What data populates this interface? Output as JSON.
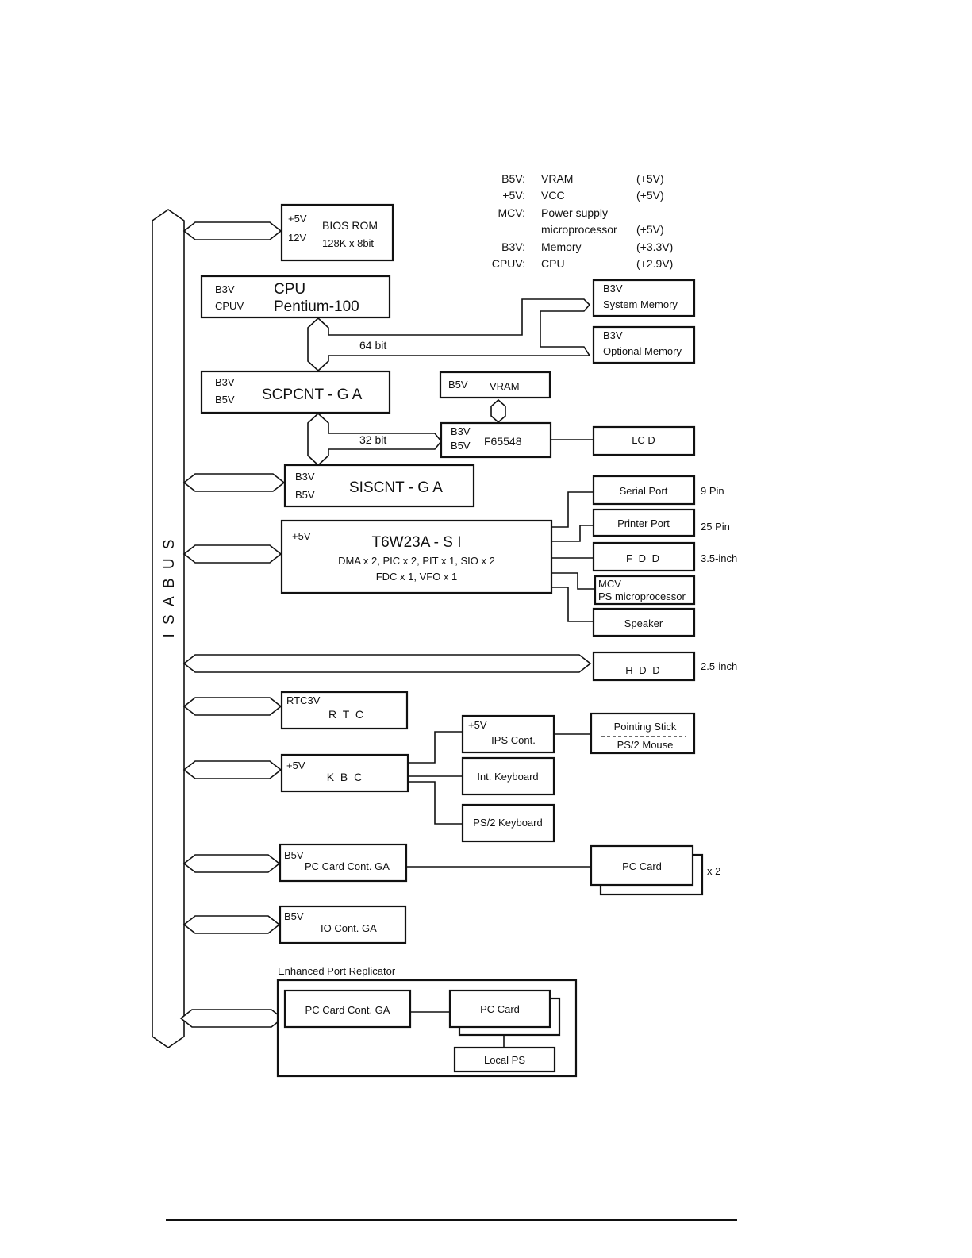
{
  "legend": [
    {
      "key": "B5V:",
      "name": "VRAM",
      "voltage": "(+5V)"
    },
    {
      "key": "+5V:",
      "name": "VCC",
      "voltage": "(+5V)"
    },
    {
      "key": "MCV:",
      "name": "Power supply",
      "name2": "microprocessor",
      "voltage": "(+5V)"
    },
    {
      "key": "B3V:",
      "name": "Memory",
      "voltage": "(+3.3V)"
    },
    {
      "key": "CPUV:",
      "name": "CPU",
      "voltage": "(+2.9V)"
    }
  ],
  "isa_bus": {
    "label": "I S A   B U S"
  },
  "bios": {
    "v1": "+5V",
    "v2": "12V",
    "name": "BIOS ROM",
    "spec": "128K x 8bit"
  },
  "cpu": {
    "v1": "B3V",
    "v2": "CPUV",
    "name": "CPU",
    "model": "Pentium-100"
  },
  "sysmem": {
    "v": "B3V",
    "name": "System Memory"
  },
  "optmem": {
    "v": "B3V",
    "name": "Optional Memory"
  },
  "bus64": "64 bit",
  "scpcnt": {
    "v1": "B3V",
    "v2": "B5V",
    "name": "SCPCNT - G A"
  },
  "vram": {
    "v": "B5V",
    "name": "VRAM"
  },
  "f65548": {
    "v1": "B3V",
    "v2": "B5V",
    "name": "F65548"
  },
  "lcd": {
    "name": "LC D"
  },
  "bus32": "32 bit",
  "siscnt": {
    "v1": "B3V",
    "v2": "B5V",
    "name": "SISCNT - G A"
  },
  "t6w23a": {
    "v": "+5V",
    "name": "T6W23A - S I",
    "line1": "DMA x 2, PIC x 2, PIT x 1, SIO x 2",
    "line2": "FDC x 1, VFO x 1"
  },
  "serial": {
    "name": "Serial Port",
    "note": "9 Pin"
  },
  "printer": {
    "name": "Printer Port",
    "note": "25 Pin"
  },
  "fdd": {
    "name": "F D D",
    "note": "3.5-inch"
  },
  "mcv": {
    "v": "MCV",
    "name": "PS microprocessor"
  },
  "speaker": {
    "name": "Speaker"
  },
  "hdd": {
    "name": "H D D",
    "note": "2.5-inch"
  },
  "rtc": {
    "v": "RTC3V",
    "name": "R T C"
  },
  "ips": {
    "v": "+5V",
    "name": "IPS Cont."
  },
  "pointing": {
    "name": "Pointing Stick",
    "name2": "PS/2 Mouse"
  },
  "kbc": {
    "v": "+5V",
    "name": "K B C"
  },
  "intkb": {
    "name": "Int. Keyboard"
  },
  "ps2kb": {
    "name": "PS/2 Keyboard"
  },
  "pccardcont": {
    "v": "B5V",
    "name": "PC Card Cont. GA"
  },
  "pccard": {
    "name": "PC Card",
    "note": "x 2"
  },
  "iocont": {
    "v": "B5V",
    "name": "IO Cont. GA"
  },
  "epr": {
    "title": "Enhanced Port Replicator",
    "cont": "PC Card Cont. GA",
    "card": "PC Card",
    "ps": "Local PS"
  }
}
